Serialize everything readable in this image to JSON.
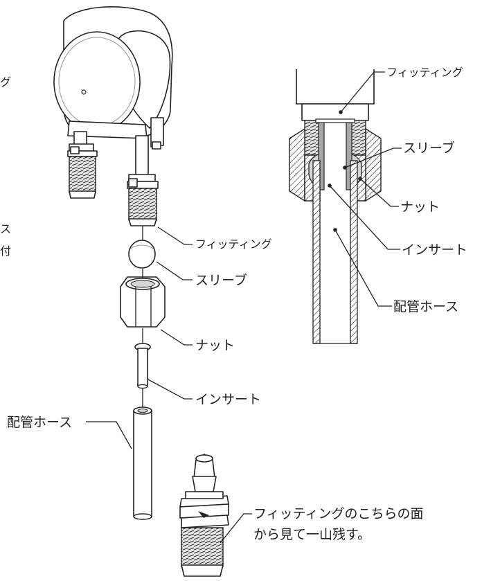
{
  "exploded_labels": {
    "fitting": "フィッティング",
    "sleeve": "スリーブ",
    "nut": "ナット",
    "insert": "インサート",
    "hose": "配管ホース"
  },
  "section_labels": {
    "fitting": "フィッティング",
    "sleeve": "スリーブ",
    "nut": "ナット",
    "insert": "インサート",
    "hose": "配管ホース"
  },
  "note": {
    "line1": "フィッティングのこちらの面",
    "line2": "から見て一山残す。"
  },
  "margin_fragments": {
    "frag1": "グ",
    "frag2": "ス",
    "frag3": "付"
  },
  "colors": {
    "line": "#222222",
    "hatch_fill": "#d6d6d6",
    "shade": "#a8a8a8"
  },
  "icons": [
    "pump-head-illustration",
    "hose-fitting-cross-section",
    "barbed-fitting-illustration"
  ]
}
